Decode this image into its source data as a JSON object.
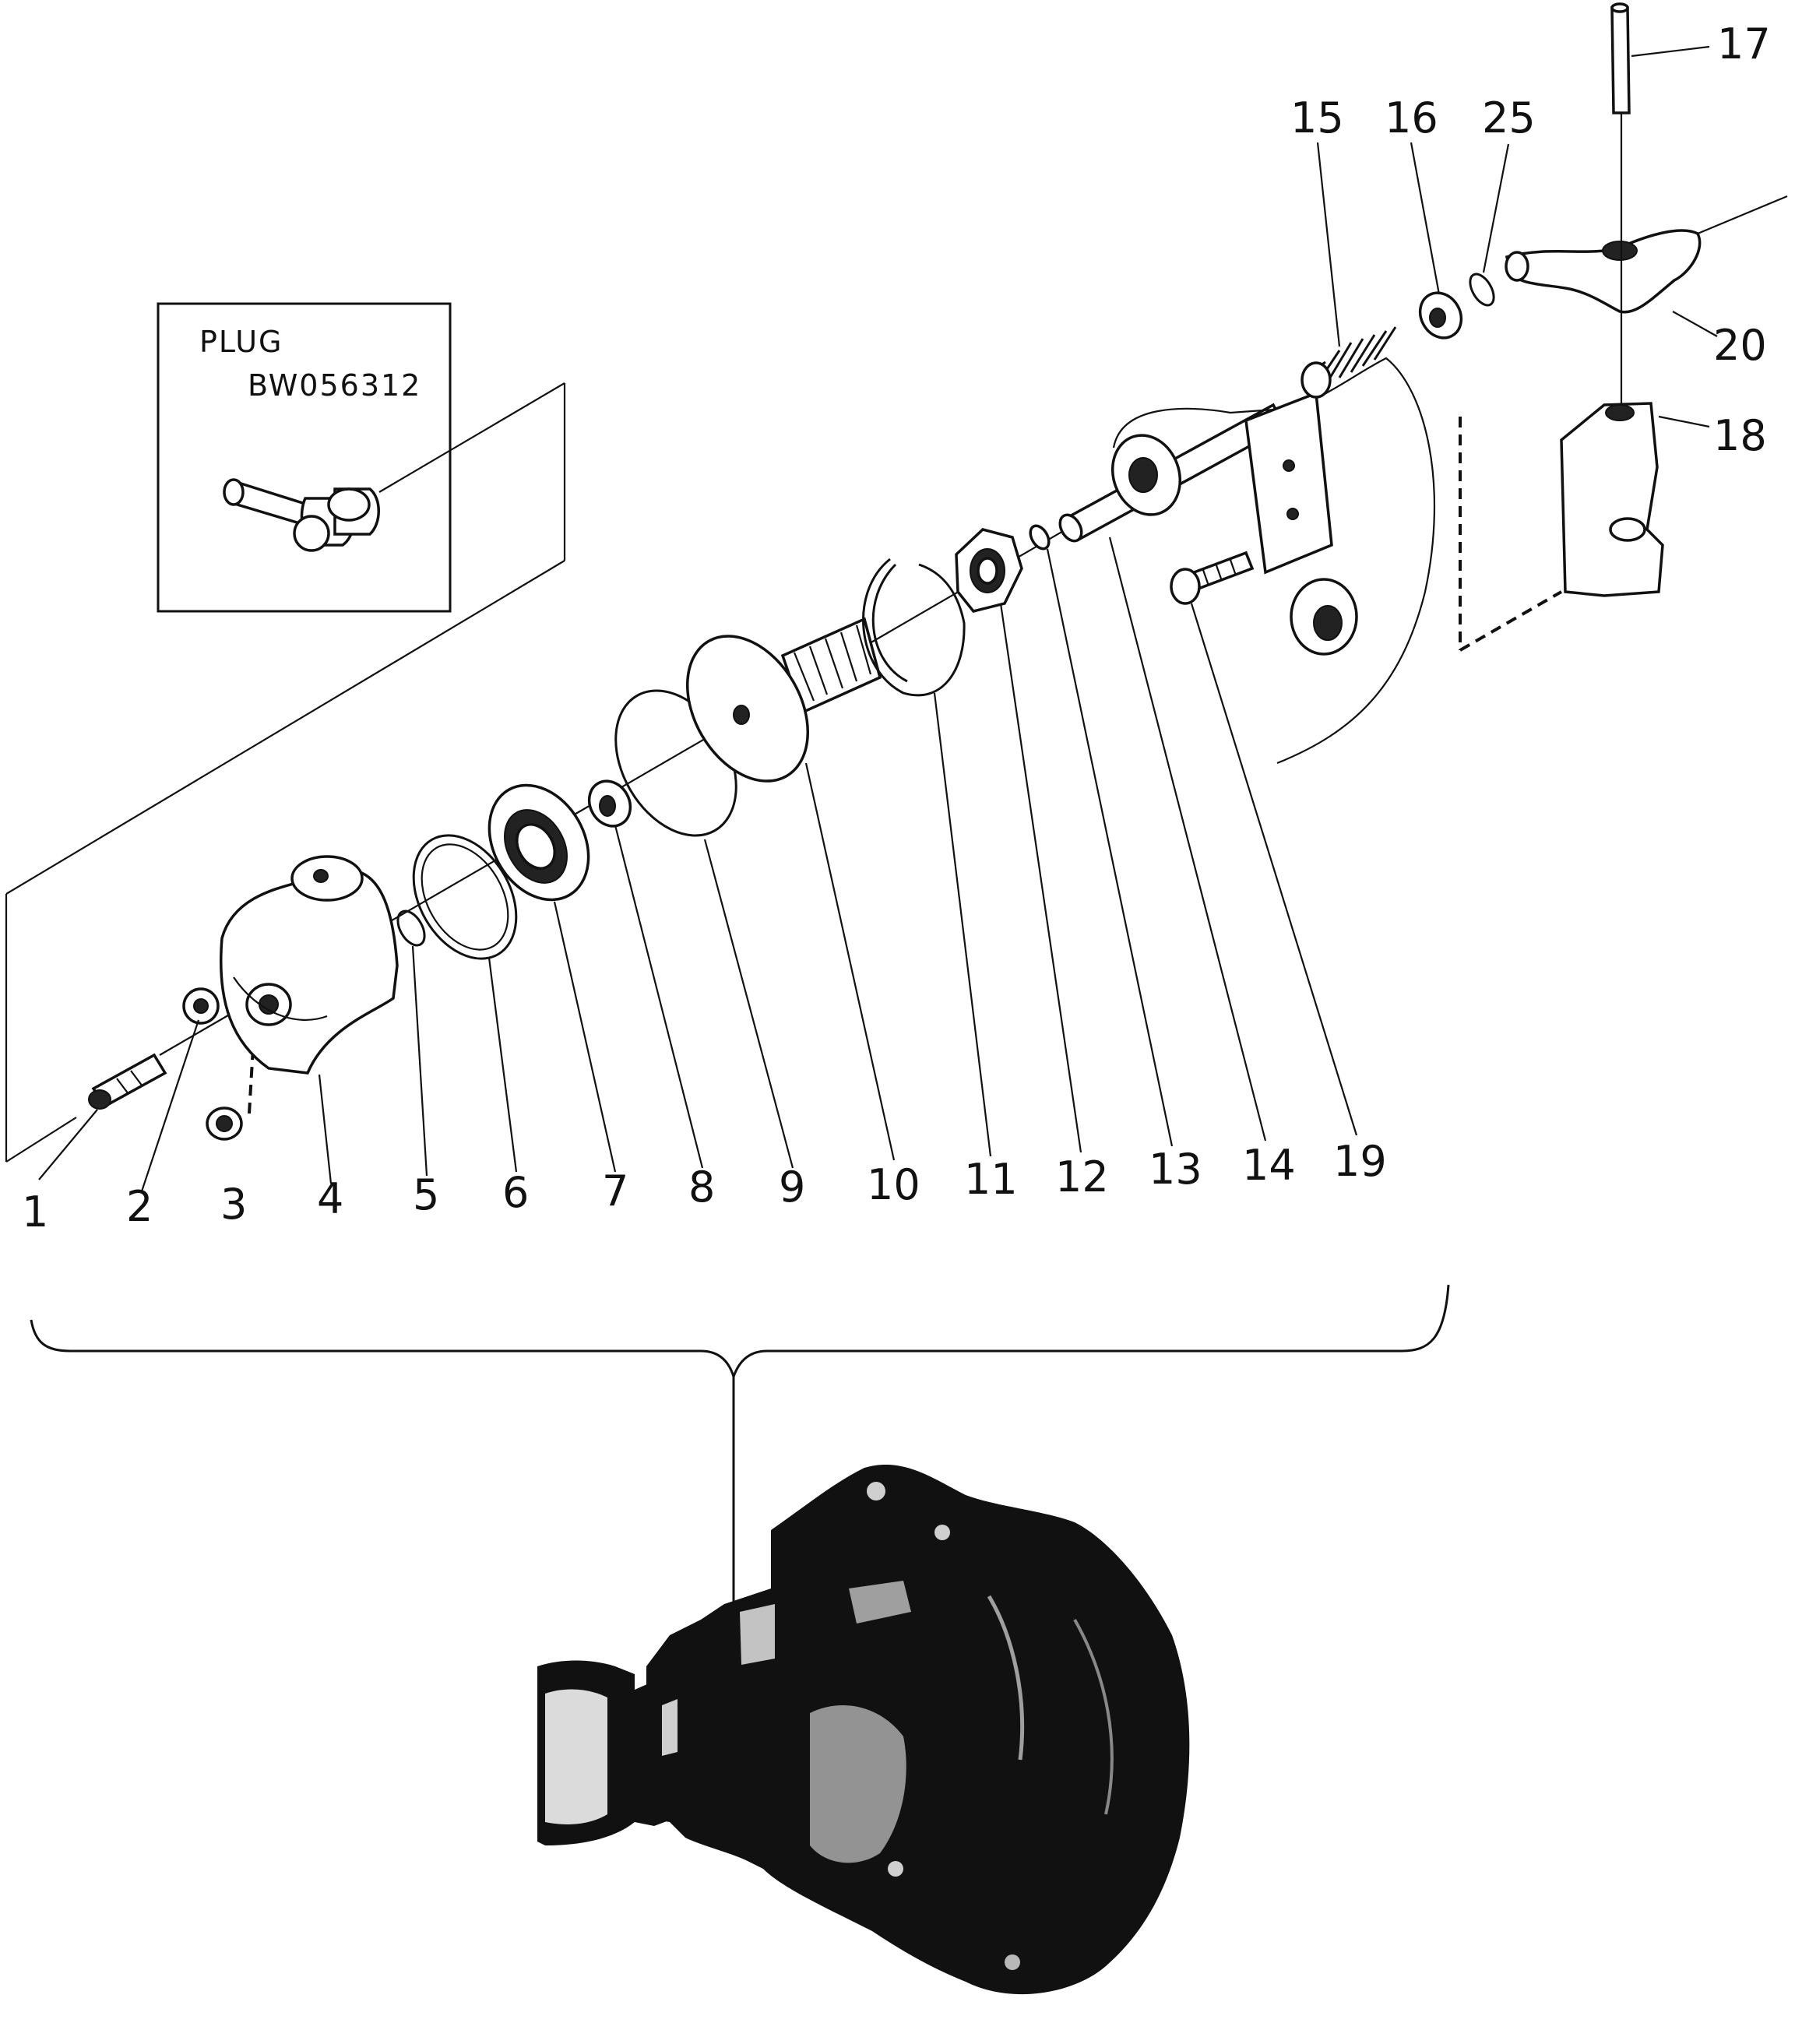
{
  "inset": {
    "title": "PLUG",
    "part_number": "BW056312"
  },
  "callouts": [
    {
      "id": "1",
      "text": "1"
    },
    {
      "id": "2",
      "text": "2"
    },
    {
      "id": "3",
      "text": "3"
    },
    {
      "id": "4",
      "text": "4"
    },
    {
      "id": "5",
      "text": "5"
    },
    {
      "id": "6",
      "text": "6"
    },
    {
      "id": "7",
      "text": "7"
    },
    {
      "id": "8",
      "text": "8"
    },
    {
      "id": "9",
      "text": "9"
    },
    {
      "id": "10",
      "text": "10"
    },
    {
      "id": "11",
      "text": "11"
    },
    {
      "id": "12",
      "text": "12"
    },
    {
      "id": "13",
      "text": "13"
    },
    {
      "id": "14",
      "text": "14"
    },
    {
      "id": "19",
      "text": "19"
    },
    {
      "id": "15",
      "text": "15"
    },
    {
      "id": "16",
      "text": "16"
    },
    {
      "id": "25",
      "text": "25"
    },
    {
      "id": "17",
      "text": "17"
    },
    {
      "id": "20",
      "text": "20"
    },
    {
      "id": "18",
      "text": "18"
    }
  ]
}
